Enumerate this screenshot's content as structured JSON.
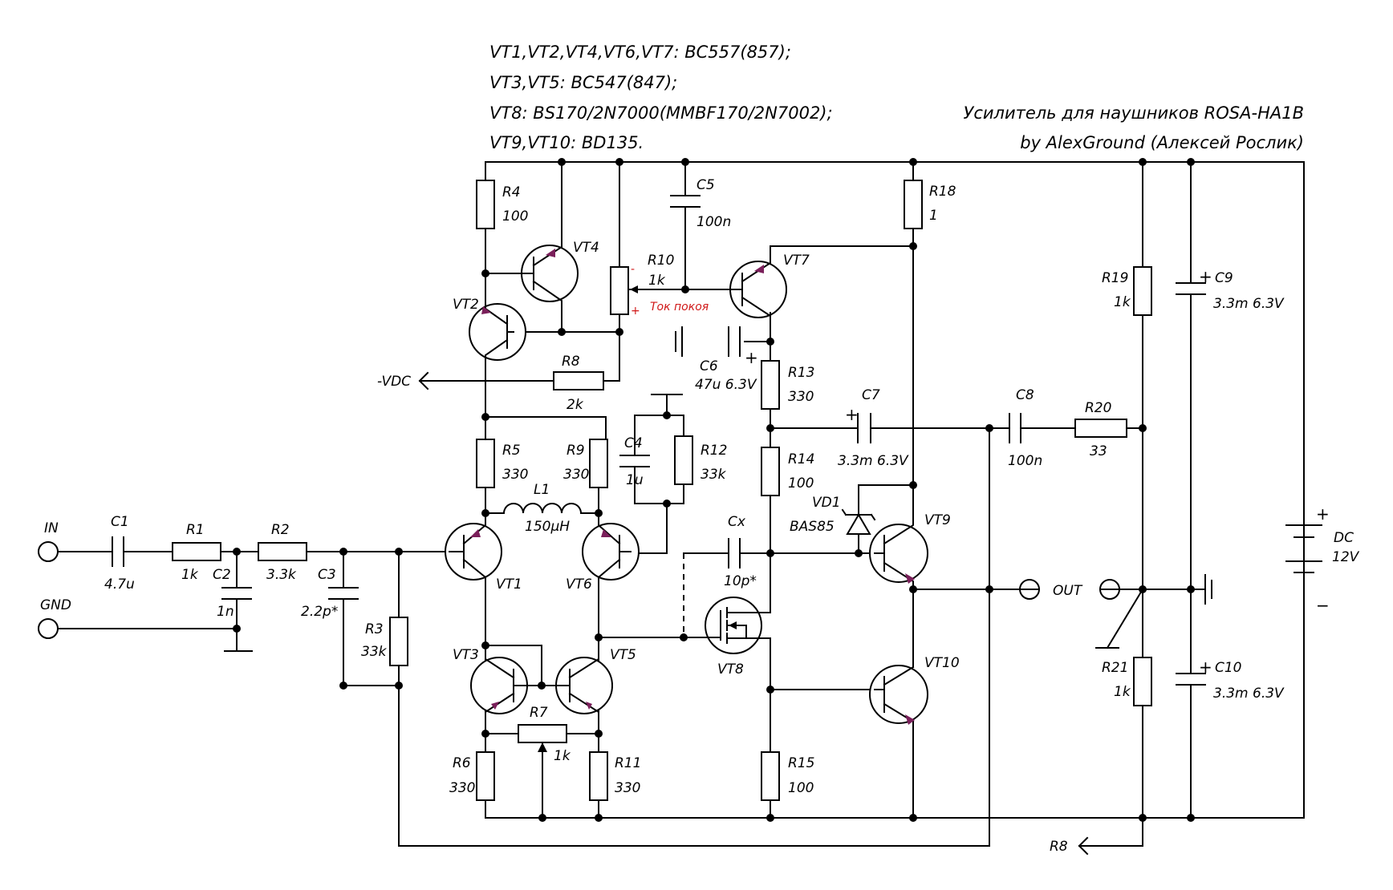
{
  "notes": [
    "VT1,VT2,VT4,VT6,VT7: BC557(857);",
    "VT3,VT5: BC547(847);",
    "VT8: BS170/2N7000(MMBF170/2N7002);",
    "VT9,VT10: BD135."
  ],
  "title": "Усилитель для наушников ROSA-HA1B",
  "author": "by AlexGround (Алексей Рослик)",
  "ports": {
    "in": "IN",
    "gnd": "GND",
    "out": "OUT",
    "vdc": "-VDC",
    "r8": "R8",
    "dc": "DC",
    "dc_v": "12V"
  },
  "components": {
    "R1": {
      "name": "R1",
      "value": "1k"
    },
    "R2": {
      "name": "R2",
      "value": "3.3k"
    },
    "R3": {
      "name": "R3",
      "value": "33k"
    },
    "R4": {
      "name": "R4",
      "value": "100"
    },
    "R5": {
      "name": "R5",
      "value": "330"
    },
    "R6": {
      "name": "R6",
      "value": "330"
    },
    "R7": {
      "name": "R7",
      "value": "1k"
    },
    "R8": {
      "name": "R8",
      "value": "2k"
    },
    "R9": {
      "name": "R9",
      "value": "330"
    },
    "R10": {
      "name": "R10",
      "value": "1k",
      "note": "Ток покоя"
    },
    "R11": {
      "name": "R11",
      "value": "330"
    },
    "R12": {
      "name": "R12",
      "value": "33k"
    },
    "R13": {
      "name": "R13",
      "value": "330"
    },
    "R14": {
      "name": "R14",
      "value": "100"
    },
    "R15": {
      "name": "R15",
      "value": "100"
    },
    "R18": {
      "name": "R18",
      "value": "1"
    },
    "R19": {
      "name": "R19",
      "value": "1k"
    },
    "R20": {
      "name": "R20",
      "value": "33"
    },
    "R21": {
      "name": "R21",
      "value": "1k"
    },
    "C1": {
      "name": "C1",
      "value": "4.7u"
    },
    "C2": {
      "name": "C2",
      "value": "1n"
    },
    "C3": {
      "name": "C3",
      "value": "2.2p*"
    },
    "C4": {
      "name": "C4",
      "value": "1u"
    },
    "C5": {
      "name": "C5",
      "value": "100n"
    },
    "C6": {
      "name": "C6",
      "value": "47u 6.3V"
    },
    "C7": {
      "name": "C7",
      "value": "3.3m 6.3V"
    },
    "C8": {
      "name": "C8",
      "value": "100n"
    },
    "C9": {
      "name": "C9",
      "value": "3.3m 6.3V"
    },
    "C10": {
      "name": "C10",
      "value": "3.3m 6.3V"
    },
    "CX": {
      "name": "Cx",
      "value": "10p*"
    },
    "L1": {
      "name": "L1",
      "value": "150μH"
    },
    "VD1": {
      "name": "VD1",
      "value": "BAS85"
    },
    "VT1": {
      "name": "VT1"
    },
    "VT2": {
      "name": "VT2"
    },
    "VT3": {
      "name": "VT3"
    },
    "VT4": {
      "name": "VT4"
    },
    "VT5": {
      "name": "VT5"
    },
    "VT6": {
      "name": "VT6"
    },
    "VT7": {
      "name": "VT7"
    },
    "VT8": {
      "name": "VT8"
    },
    "VT9": {
      "name": "VT9"
    },
    "VT10": {
      "name": "VT10"
    }
  },
  "colors": {
    "wire": "#000000",
    "annotation": "#d01818",
    "arrow": "#7a1f5a"
  }
}
